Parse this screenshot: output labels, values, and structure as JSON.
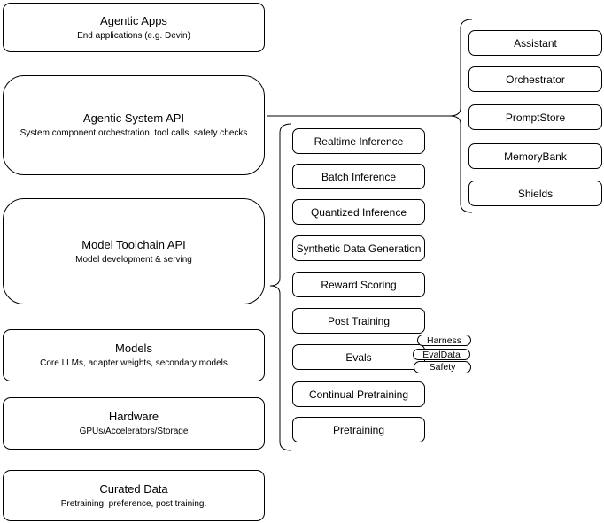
{
  "diagram": {
    "background_color": "#ffffff",
    "stroke_color": "#000000",
    "text_color": "#000000",
    "left_stack": [
      {
        "title": "Agentic Apps",
        "subtitle": "End applications (e.g. Devin)"
      },
      {
        "title": "Agentic System API",
        "subtitle": "System component orchestration, tool calls, safety checks"
      },
      {
        "title": "Model Toolchain API",
        "subtitle": "Model development & serving"
      },
      {
        "title": "Models",
        "subtitle": "Core LLMs, adapter weights, secondary models"
      },
      {
        "title": "Hardware",
        "subtitle": "GPUs/Accelerators/Storage"
      },
      {
        "title": "Curated Data",
        "subtitle": "Pretraining, preference, post training."
      }
    ],
    "toolchain_items": [
      "Realtime Inference",
      "Batch Inference",
      "Quantized Inference",
      "Synthetic Data Generation",
      "Reward Scoring",
      "Post Training",
      "Evals",
      "Continual Pretraining",
      "Pretraining"
    ],
    "evals_tags": [
      "Harness",
      "EvalData",
      "Safety"
    ],
    "system_components": [
      "Assistant",
      "Orchestrator",
      "PromptStore",
      "MemoryBank",
      "Shields"
    ]
  }
}
